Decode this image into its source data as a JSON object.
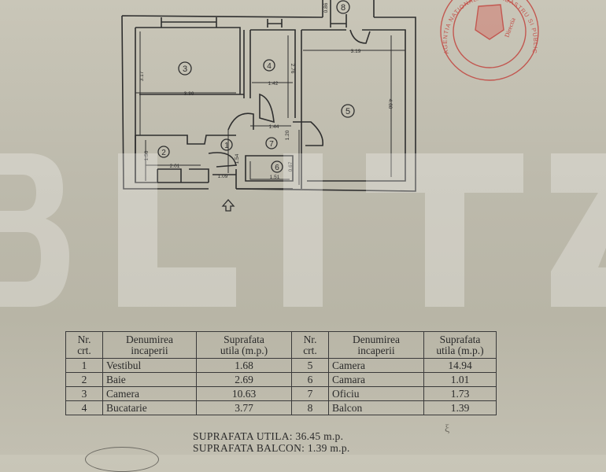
{
  "floor_plan": {
    "rooms": [
      {
        "number": "1",
        "label": "①"
      },
      {
        "number": "2",
        "label": "②"
      },
      {
        "number": "3",
        "label": "③"
      },
      {
        "number": "4",
        "label": "④"
      },
      {
        "number": "5",
        "label": "⑤"
      },
      {
        "number": "6",
        "label": "⑥"
      },
      {
        "number": "7",
        "label": "⑦"
      },
      {
        "number": "8",
        "label": "⑧"
      }
    ],
    "dimensions": {
      "room3_width": "3.36",
      "room3_height": "3.17",
      "room4_width": "1.42",
      "room4_height": "2.76",
      "room5_width": "3.19",
      "room5_height": "4.60",
      "room7_width": "1.44",
      "room7_height": "1.20",
      "room2_width": "2.01",
      "room2_height": "1.50",
      "room1_width": "1.09",
      "room1_height": "1.54",
      "room6_width": "1.51",
      "room6_height": "0.67",
      "balcony_dim": "0.86"
    },
    "entrance_icon": "up-arrow-icon"
  },
  "watermark": {
    "text": "BLITZ"
  },
  "stamp": {
    "text": "AGENTIA NATIONALA DE CADASTRU SI PUBLICITATE IMOBILIARA",
    "inner_text": "Directia",
    "color": "#c2453f"
  },
  "table": {
    "headers": [
      {
        "nr": "Nr. crt.",
        "name": "Denumirea incaperii",
        "area": "Suprafata utila (m.p.)"
      },
      {
        "nr": "Nr. crt.",
        "name": "Denumirea incaperii",
        "area": "Suprafata utila (m.p.)"
      }
    ],
    "header_lines": {
      "nr_1": "Nr.",
      "nr_2": "crt.",
      "name_1": "Denumirea",
      "name_2": "incaperii",
      "area_1": "Suprafata",
      "area_2": "utila (m.p.)"
    },
    "rows": [
      {
        "left": {
          "nr": "1",
          "name": "Vestibul",
          "area": "1.68"
        },
        "right": {
          "nr": "5",
          "name": "Camera",
          "area": "14.94"
        }
      },
      {
        "left": {
          "nr": "2",
          "name": "Baie",
          "area": "2.69"
        },
        "right": {
          "nr": "6",
          "name": "Camara",
          "area": "1.01"
        }
      },
      {
        "left": {
          "nr": "3",
          "name": "Camera",
          "area": "10.63"
        },
        "right": {
          "nr": "7",
          "name": "Oficiu",
          "area": "1.73"
        }
      },
      {
        "left": {
          "nr": "4",
          "name": "Bucatarie",
          "area": "3.77"
        },
        "right": {
          "nr": "8",
          "name": "Balcon",
          "area": "1.39"
        }
      }
    ]
  },
  "summary": {
    "usable_area": "SUPRAFATA UTILA: 36.45 m.p.",
    "balcony_area": "SUPRAFATA BALCON: 1.39 m.p."
  },
  "signature": {
    "mark": "ξ"
  }
}
